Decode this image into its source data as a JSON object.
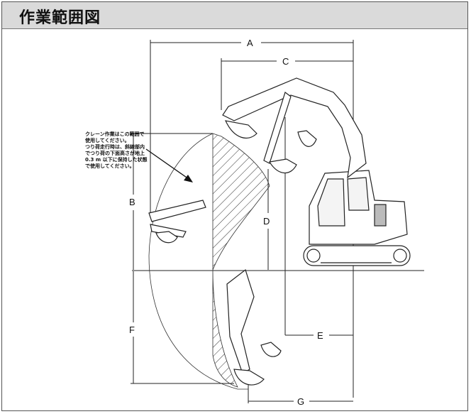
{
  "header": {
    "title": "作業範囲図"
  },
  "dimension_labels": {
    "A": "A",
    "B": "B",
    "C": "C",
    "D": "D",
    "E": "E",
    "F": "F",
    "G": "G"
  },
  "note": {
    "lines": [
      "クレーン作業はこの範囲で",
      "使用してください。",
      "つり荷走行時は、斜線部内",
      "でつり荷の下面高さが地上",
      "0.3 m 以下に保持した状態",
      "で使用してください。"
    ]
  },
  "colors": {
    "header_bg": "#dadada",
    "line": "#222222",
    "hatch": "#333333"
  }
}
